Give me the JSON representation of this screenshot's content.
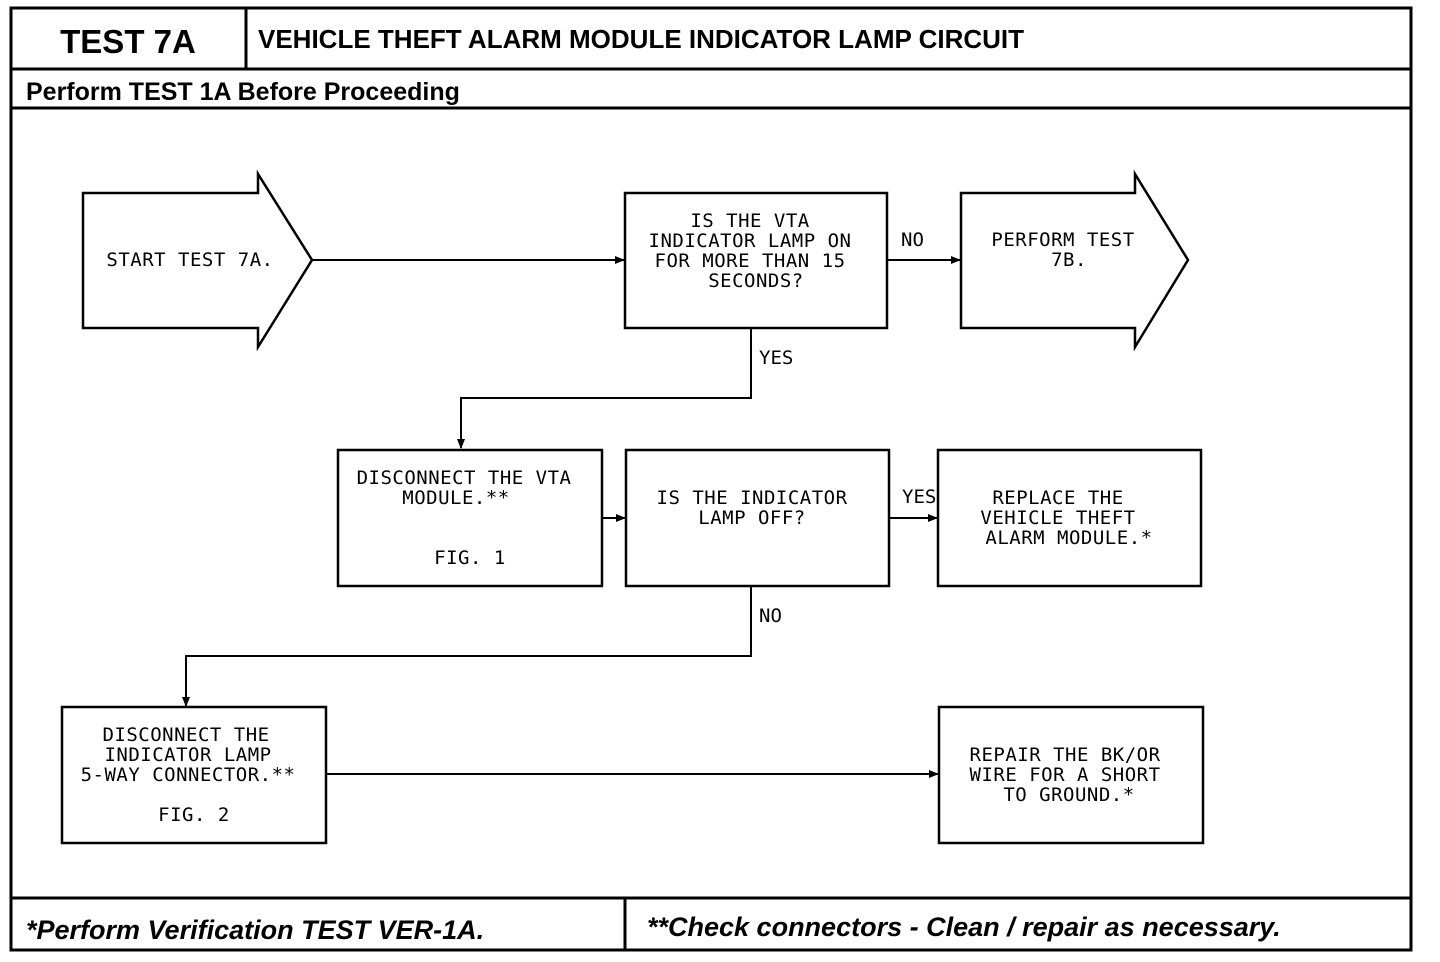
{
  "header": {
    "test_id": "TEST 7A",
    "title": "VEHICLE THEFT ALARM MODULE INDICATOR LAMP CIRCUIT",
    "subtitle": "Perform TEST 1A Before Proceeding"
  },
  "flow": {
    "start": [
      "START TEST 7A."
    ],
    "q1": [
      "IS THE VTA",
      "INDICATOR LAMP ON",
      "FOR MORE THAN 15",
      "SECONDS?"
    ],
    "perform_7b": [
      "PERFORM TEST",
      "7B."
    ],
    "disconnect_vta": [
      "DISCONNECT THE VTA",
      "MODULE.**",
      "",
      "FIG. 1"
    ],
    "q2": [
      "IS THE INDICATOR",
      "LAMP OFF?"
    ],
    "replace_module": [
      "REPLACE THE",
      "VEHICLE THEFT",
      "ALARM MODULE.*"
    ],
    "disconnect_lamp": [
      "DISCONNECT THE",
      "INDICATOR LAMP",
      "5-WAY CONNECTOR.**",
      "",
      "FIG. 2"
    ],
    "repair_wire": [
      "REPAIR THE BK/OR",
      "WIRE FOR A SHORT",
      "TO GROUND.*"
    ],
    "labels": {
      "q1_no": "NO",
      "q1_yes": "YES",
      "q2_yes": "YES",
      "q2_no": "NO"
    }
  },
  "footer": {
    "left": "*Perform Verification TEST VER-1A.",
    "right": "**Check connectors - Clean / repair as necessary."
  },
  "colors": {
    "ink": "#000000",
    "paper": "#ffffff"
  }
}
